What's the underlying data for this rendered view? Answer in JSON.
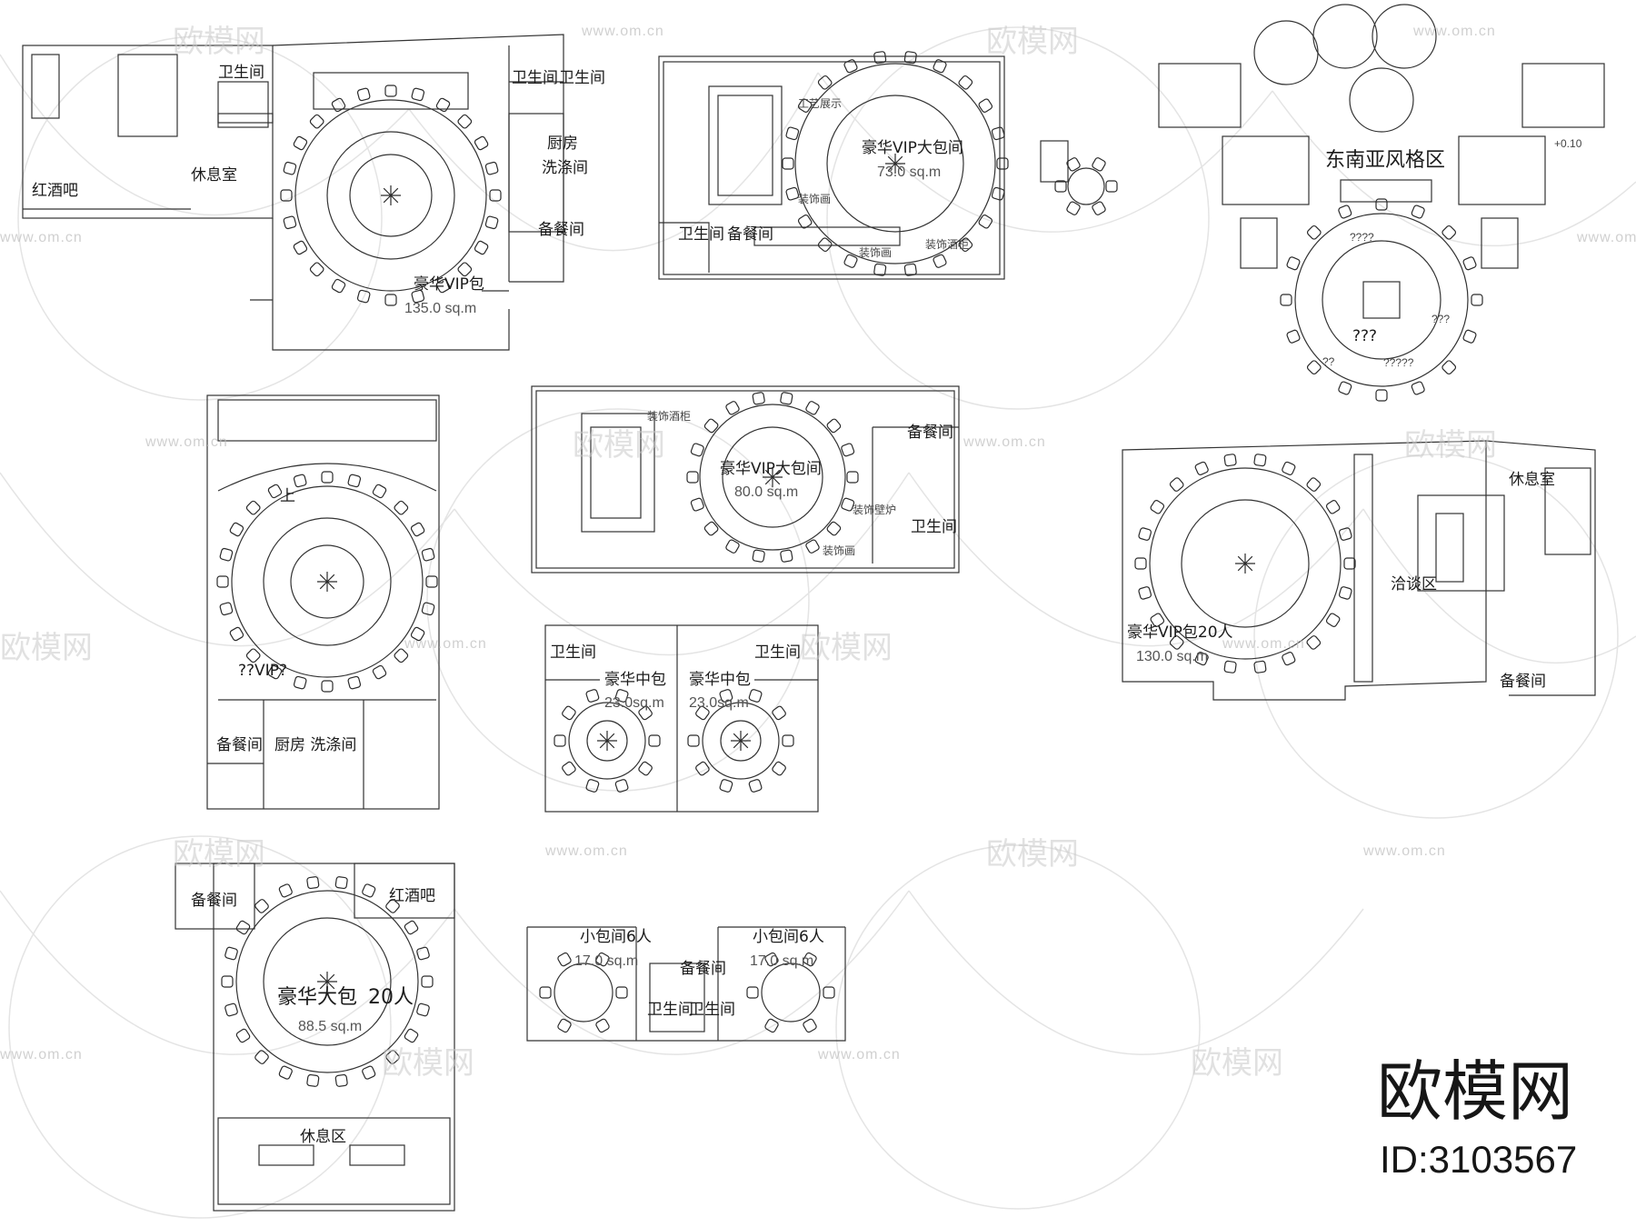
{
  "watermark": {
    "brand": "欧模网",
    "url": "www.om.cn"
  },
  "footer": {
    "logo": "欧模网",
    "id": "ID:3103567"
  },
  "plans": [
    {
      "labels": [
        "卫生间",
        "休息室",
        "红酒吧"
      ],
      "room": "豪华VIP包",
      "area": "135.0 sq.m",
      "wc_a": "卫生间",
      "wc_b": "卫生间",
      "kitchen_a": "厨房",
      "kitchen_b": "洗涤间",
      "pantry": "备餐间"
    },
    {
      "room": "豪华VIP大包间",
      "area": "73.0 sq.m",
      "craft": "工艺展示",
      "deco1": "装饰画",
      "deco2": "装饰酒柜",
      "deco3": "装饰画",
      "wc": "卫生间",
      "pantry": "备餐间"
    },
    {
      "title": "东南亚风格区",
      "q1": "????",
      "q2": "???",
      "q3": "???",
      "q4": "??",
      "q5": "?????",
      "level": "+0.10"
    },
    {
      "room": "??VIP?",
      "up": "上",
      "pantry": "备餐间",
      "kitchen": "厨房 洗涤间"
    },
    {
      "room": "豪华VIP大包间",
      "area": "80.0 sq.m",
      "deco1": "装饰酒柜",
      "deco2": "装饰壁炉",
      "deco3": "装饰画",
      "pantry": "备餐间",
      "wc": "卫生间"
    },
    {
      "room": "豪华VIP包20人",
      "area": "130.0 sq.m",
      "rest": "休息室",
      "meet": "洽谈区",
      "pantry": "备餐间"
    },
    {
      "room_a": "豪华中包",
      "area_a": "23.0sq.m",
      "room_b": "豪华中包",
      "area_b": "23.0sq.m",
      "wc_a": "卫生间",
      "wc_b": "卫生间"
    },
    {
      "pantry": "备餐间",
      "bar": "红酒吧",
      "room": "豪华大包",
      "guests": "20人",
      "area": "88.5 sq.m",
      "rest": "休息区"
    },
    {
      "room_a": "小包间6人",
      "area_a": "17.0 sq.m",
      "room_b": "小包间6人",
      "area_b": "17.0 sq.m",
      "pantry": "备餐间",
      "wc_a": "卫生间",
      "wc_b": "卫生间"
    }
  ]
}
